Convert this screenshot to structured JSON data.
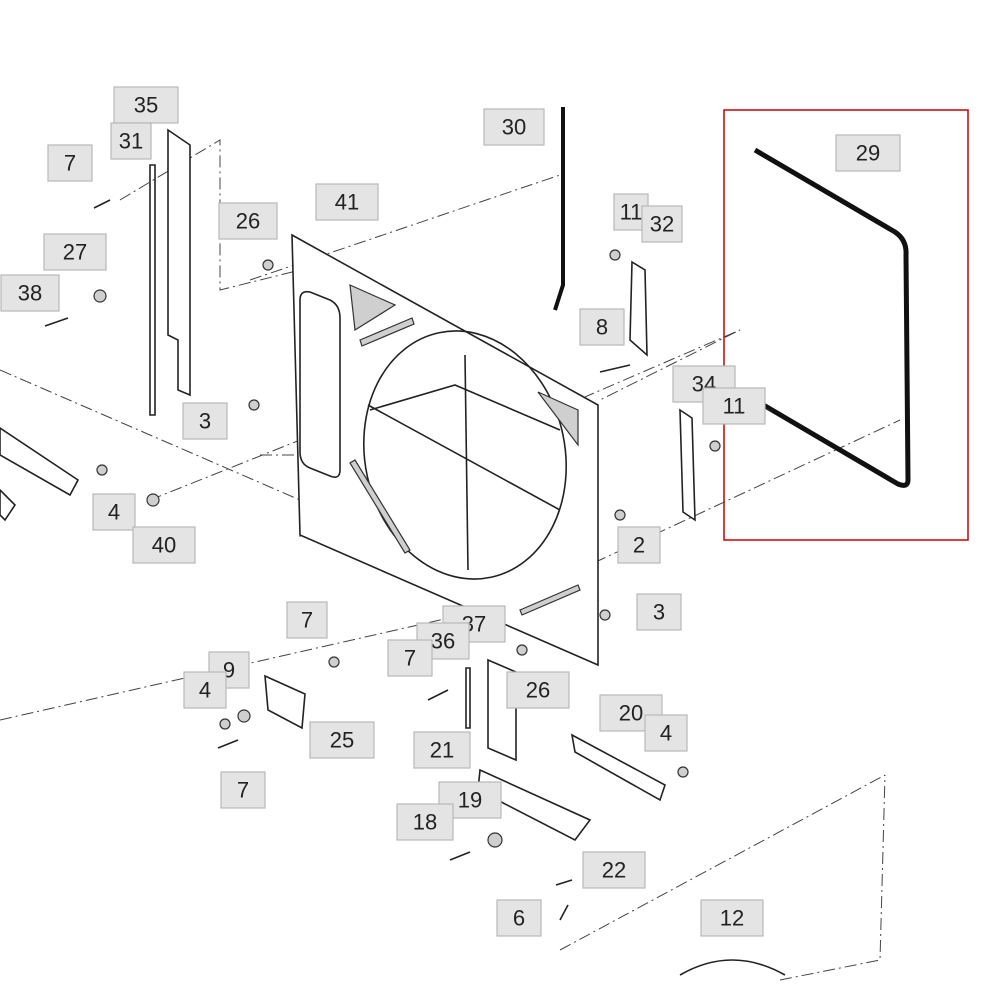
{
  "diagram": {
    "title": "Fan shroud assembly exploded view",
    "highlight_color": "#cc0000",
    "callouts": [
      "35",
      "31",
      "7",
      "30",
      "29",
      "41",
      "26",
      "11",
      "32",
      "27",
      "38",
      "8",
      "34",
      "11",
      "3",
      "4",
      "40",
      "2",
      "3",
      "7",
      "37",
      "36",
      "7",
      "9",
      "4",
      "26",
      "25",
      "20",
      "4",
      "21",
      "7",
      "19",
      "18",
      "22",
      "6",
      "12"
    ],
    "highlighted_callout": "29"
  }
}
